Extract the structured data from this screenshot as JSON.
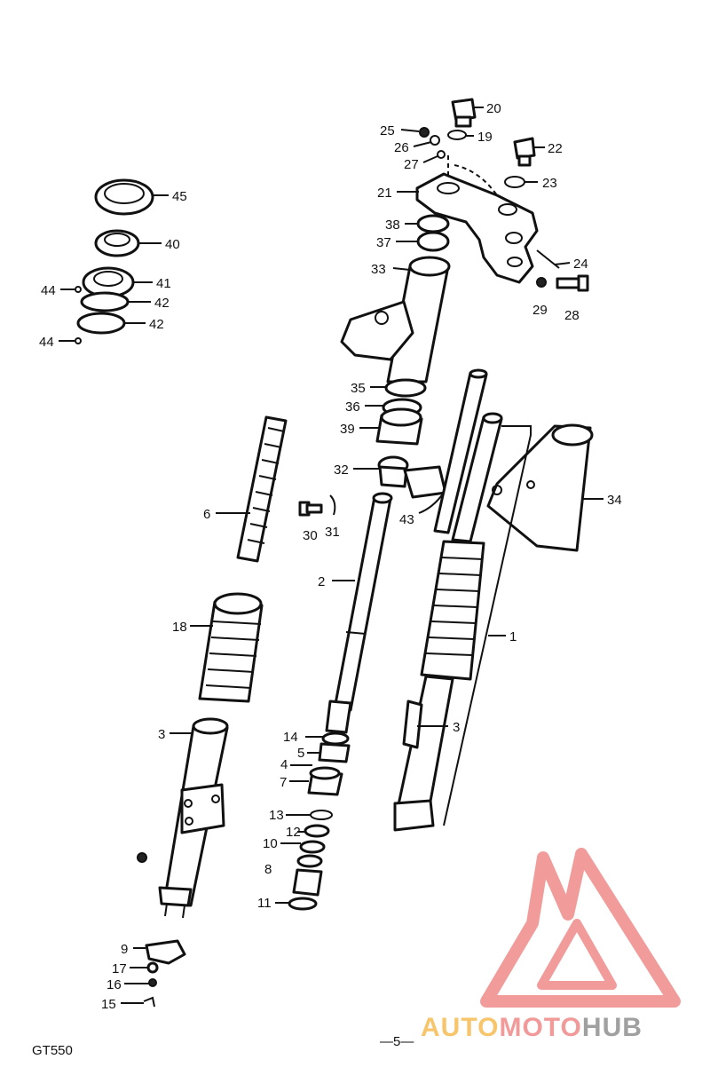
{
  "diagram": {
    "model_label": "GT550",
    "footer_mark": "—5—",
    "callouts": [
      {
        "id": "20",
        "text": "20"
      },
      {
        "id": "19",
        "text": "19"
      },
      {
        "id": "25",
        "text": "25"
      },
      {
        "id": "26",
        "text": "26"
      },
      {
        "id": "27",
        "text": "27"
      },
      {
        "id": "22",
        "text": "22"
      },
      {
        "id": "23",
        "text": "23"
      },
      {
        "id": "21",
        "text": "21"
      },
      {
        "id": "38",
        "text": "38"
      },
      {
        "id": "37",
        "text": "37"
      },
      {
        "id": "33",
        "text": "33"
      },
      {
        "id": "24",
        "text": "24"
      },
      {
        "id": "29",
        "text": "29"
      },
      {
        "id": "28",
        "text": "28"
      },
      {
        "id": "45",
        "text": "45"
      },
      {
        "id": "40",
        "text": "40"
      },
      {
        "id": "41",
        "text": "41"
      },
      {
        "id": "42a",
        "text": "42"
      },
      {
        "id": "42b",
        "text": "42"
      },
      {
        "id": "44a",
        "text": "44"
      },
      {
        "id": "44b",
        "text": "44"
      },
      {
        "id": "35",
        "text": "35"
      },
      {
        "id": "36",
        "text": "36"
      },
      {
        "id": "39",
        "text": "39"
      },
      {
        "id": "32",
        "text": "32"
      },
      {
        "id": "43",
        "text": "43"
      },
      {
        "id": "34",
        "text": "34"
      },
      {
        "id": "6",
        "text": "6"
      },
      {
        "id": "30",
        "text": "30"
      },
      {
        "id": "31",
        "text": "31"
      },
      {
        "id": "2",
        "text": "2"
      },
      {
        "id": "1",
        "text": "1"
      },
      {
        "id": "18",
        "text": "18"
      },
      {
        "id": "3a",
        "text": "3"
      },
      {
        "id": "3b",
        "text": "3"
      },
      {
        "id": "14",
        "text": "14"
      },
      {
        "id": "5",
        "text": "5"
      },
      {
        "id": "4",
        "text": "4"
      },
      {
        "id": "7",
        "text": "7"
      },
      {
        "id": "13",
        "text": "13"
      },
      {
        "id": "12",
        "text": "12"
      },
      {
        "id": "10",
        "text": "10"
      },
      {
        "id": "8",
        "text": "8"
      },
      {
        "id": "11",
        "text": "11"
      },
      {
        "id": "9",
        "text": "9"
      },
      {
        "id": "17",
        "text": "17"
      },
      {
        "id": "16",
        "text": "16"
      },
      {
        "id": "15",
        "text": "15"
      }
    ]
  },
  "watermark": {
    "part1": "AUTO",
    "part2": "MOTO",
    "part3": "HUB",
    "color_part1": "#f7c56b",
    "color_part2": "#f29a9a",
    "color_part3": "#a0a0a0",
    "logo_color": "#f08a8a"
  }
}
